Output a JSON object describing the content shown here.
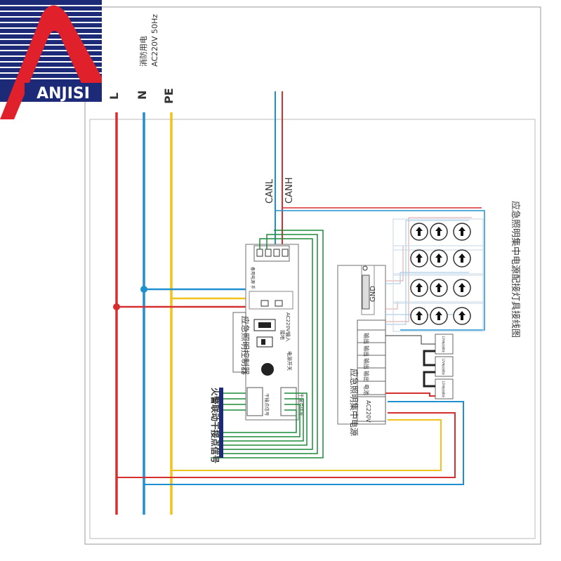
{
  "logo": {
    "text": "ANJISI",
    "colors": {
      "red": "#e0212b",
      "navy": "#1c2a78"
    }
  },
  "power": {
    "caption_line1": "消防用电",
    "caption_line2": "AC220V 50Hz",
    "L": "L",
    "N": "N",
    "PE": "PE"
  },
  "bus": {
    "canl": "CANL",
    "canh": "CANH"
  },
  "controller": {
    "title": "应急照明控制器",
    "terminal_top": "备用电源 手 地线",
    "ac_input": "AC220V输入",
    "ground": "接地",
    "power_switch": "电源开关",
    "signal_in": "电源开关",
    "dry_contact": "干接点信号",
    "output": "干接点信号"
  },
  "fire_alarm": {
    "label": "火警联动干接点信号"
  },
  "central_power": {
    "title": "应急照明集中电源",
    "gnd": "GND",
    "ac_label": "AC220V",
    "circuits": [
      "输出",
      "输出",
      "输出",
      "输出",
      "电池"
    ],
    "battery_label": "电池",
    "battery_modules": [
      "12V电池模块",
      "12V电池模块",
      "12V电池模块"
    ]
  },
  "diagram_title": "应急照明集中电源配接灯具接线图",
  "colors": {
    "L": "#d62f2f",
    "N": "#1e90d0",
    "PE": "#f1c21b",
    "green": "#1f8a3a",
    "frame": "#999999",
    "text": "#333333"
  }
}
